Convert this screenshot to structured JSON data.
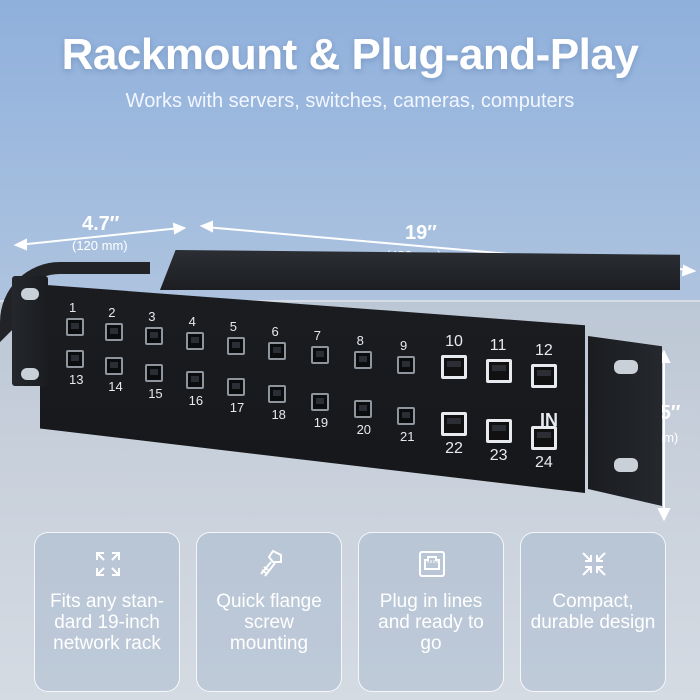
{
  "headline": "Rackmount & Plug-and-Play",
  "subheadline": "Works with servers, switches, cameras, computers",
  "dimensions": {
    "depth": {
      "main": "4.7″",
      "sub": "(120 mm)"
    },
    "width": {
      "main": "19″",
      "sub": "(482 mm)"
    },
    "height": {
      "main": "1.75″",
      "sub": "(44 mm)"
    }
  },
  "panel": {
    "ports_top": [
      "1",
      "2",
      "3",
      "4",
      "5",
      "6",
      "7",
      "8",
      "9",
      "10",
      "11",
      "12"
    ],
    "ports_bottom": [
      "13",
      "14",
      "15",
      "16",
      "17",
      "18",
      "19",
      "20",
      "21",
      "22",
      "23",
      "24"
    ],
    "in_label": "IN"
  },
  "features": [
    {
      "icon": "expand-corners-icon",
      "text": "Fits any stan-dard 19-inch network rack"
    },
    {
      "icon": "screw-icon",
      "text": "Quick flange screw mounting"
    },
    {
      "icon": "ethernet-port-icon",
      "text": "Plug in lines and ready to go"
    },
    {
      "icon": "compress-corners-icon",
      "text": "Compact, durable design"
    }
  ],
  "colors": {
    "background": "#a6bfdf",
    "panel": "#1b1d21",
    "text": "#ffffff"
  }
}
